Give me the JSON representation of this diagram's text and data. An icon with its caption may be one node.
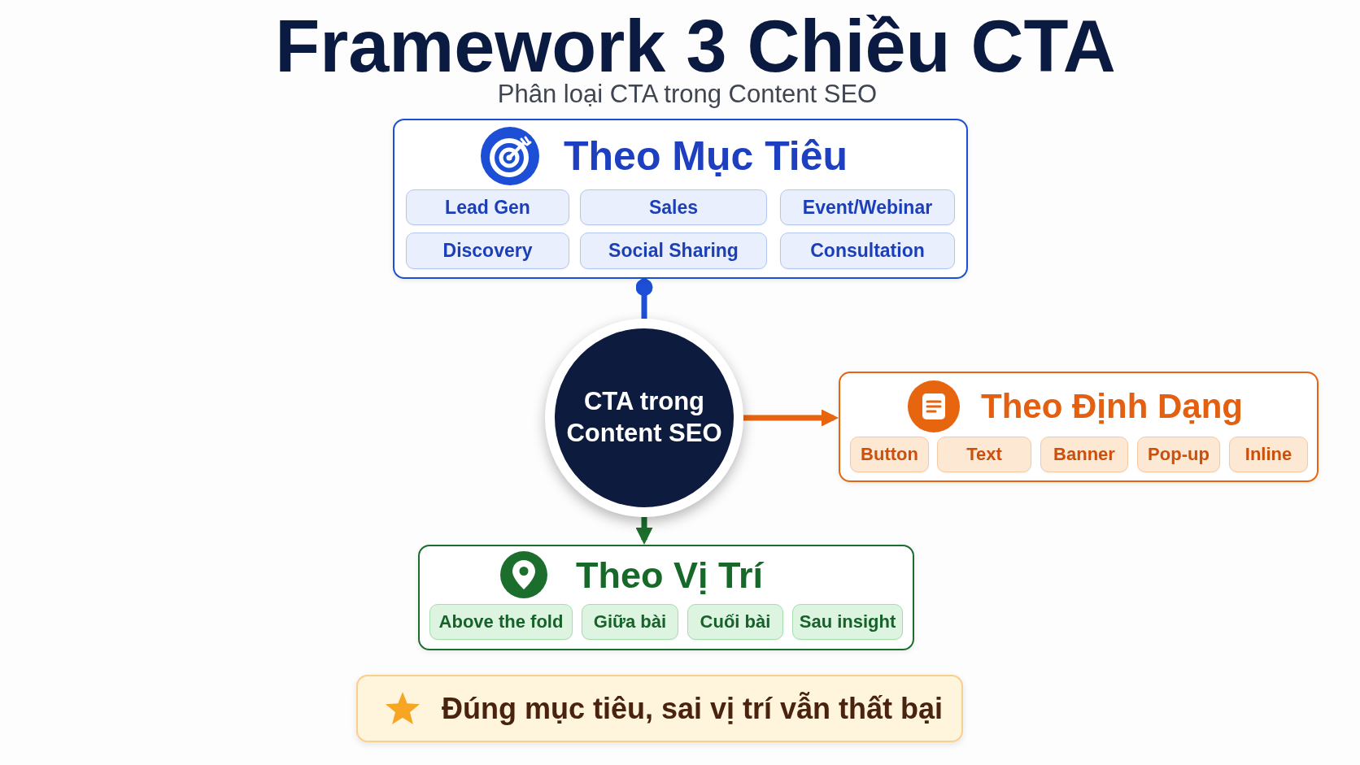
{
  "diagram": {
    "title": "Framework 3 Chiều CTA",
    "nodes": [
      {
        "text": [
          "Theo Mục Tiêu"
        ]
      },
      {
        "text": [
          "Lead Gen"
        ],
        "in": 0
      },
      {
        "text": [
          "Sales"
        ],
        "in": 0
      },
      {
        "text": [
          "Event/Webinar"
        ],
        "in": 0
      },
      {
        "text": [
          "Discovery"
        ],
        "in": 0
      },
      {
        "text": [
          "Social Sharing"
        ],
        "in": 0
      },
      {
        "text": [
          "Consultation"
        ],
        "in": 0
      },
      {
        "text": [
          "CTA trong Content SEO"
        ]
      },
      {
        "text": [
          "Theo Định Dạng"
        ]
      },
      {
        "text": [
          "Button"
        ],
        "in": 8
      },
      {
        "text": [
          "Text"
        ],
        "in": 8
      },
      {
        "text": [
          "Banner"
        ],
        "in": 8
      },
      {
        "text": [
          "Pop-up"
        ],
        "in": 8
      },
      {
        "text": [
          "Inline"
        ],
        "in": 8
      },
      {
        "text": [
          "Theo Vị Trí"
        ]
      },
      {
        "text": [
          "Above the fold"
        ],
        "in": 14
      },
      {
        "text": [
          "Giữa bài"
        ],
        "in": 14
      },
      {
        "text": [
          "Cuối bài"
        ],
        "in": 14
      },
      {
        "text": [
          "Sau insight"
        ],
        "in": 14
      },
      {
        "text": [
          "Đúng mục tiêu, sai vị trí vẫn thất bại"
        ]
      }
    ],
    "edges": [
      {
        "from": 7,
        "to": 0,
        "arrow": "other",
        "color": "#1d4fd6"
      },
      {
        "from": 7,
        "to": 8,
        "arrow": "to",
        "color": "#e8650f"
      },
      {
        "from": 7,
        "to": 14,
        "arrow": "to",
        "color": "#1b6e2c"
      }
    ],
    "labels": [
      "Phân loại CTA trong Content SEO"
    ]
  }
}
